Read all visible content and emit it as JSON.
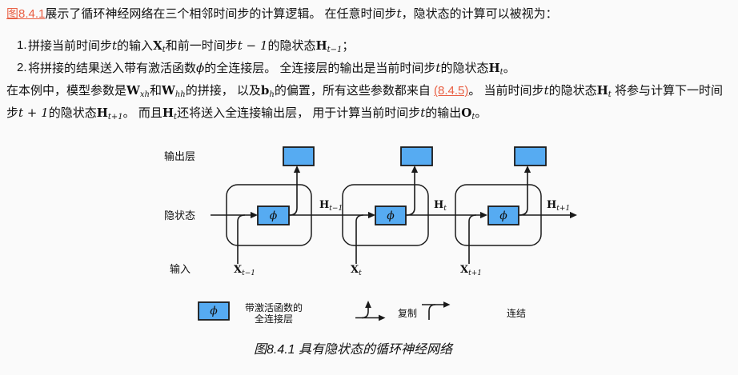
{
  "colors": {
    "background": "#fafafa",
    "text": "#111111",
    "link": "#e95f43",
    "line": "#1a1a1a",
    "box_fill": "#56abf2"
  },
  "paragraphs": {
    "intro": [
      {
        "t": "图8.4.1",
        "s": "a"
      },
      {
        "t": "展示了循环神经网络在三个相邻时间步的计算逻辑。 在任意时间步",
        "s": "p"
      },
      {
        "t": "t",
        "s": "m"
      },
      {
        "t": "，隐状态的计算可以被视为：",
        "s": "p"
      }
    ],
    "params": [
      {
        "t": "在本例中，模型参数是",
        "s": "p"
      },
      {
        "t": "W",
        "s": "b"
      },
      {
        "t": "xh",
        "s": "sub"
      },
      {
        "t": "和",
        "s": "p"
      },
      {
        "t": "W",
        "s": "b"
      },
      {
        "t": "hh",
        "s": "sub"
      },
      {
        "t": "的拼接， 以及",
        "s": "p"
      },
      {
        "t": "b",
        "s": "b"
      },
      {
        "t": "h",
        "s": "sub"
      },
      {
        "t": "的偏置，所有这些参数都来自 ",
        "s": "p"
      },
      {
        "t": "(8.4.5)",
        "s": "a"
      },
      {
        "t": "。 当前时间步",
        "s": "p"
      },
      {
        "t": "t",
        "s": "m"
      },
      {
        "t": "的隐状态",
        "s": "p"
      },
      {
        "t": "H",
        "s": "b"
      },
      {
        "t": "t",
        "s": "sub"
      },
      {
        "t": " 将参与计算下一时间步",
        "s": "p"
      },
      {
        "t": "t + 1",
        "s": "m"
      },
      {
        "t": "的隐状态",
        "s": "p"
      },
      {
        "t": "H",
        "s": "b"
      },
      {
        "t": "t+1",
        "s": "sub"
      },
      {
        "t": "。 而且",
        "s": "p"
      },
      {
        "t": "H",
        "s": "b"
      },
      {
        "t": "t",
        "s": "sub"
      },
      {
        "t": "还将送入全连接输出层， 用于计算当前时间步",
        "s": "p"
      },
      {
        "t": "t",
        "s": "m"
      },
      {
        "t": "的输出",
        "s": "p"
      },
      {
        "t": "O",
        "s": "b"
      },
      {
        "t": "t",
        "s": "sub"
      },
      {
        "t": "。",
        "s": "p"
      }
    ]
  },
  "list": {
    "items": [
      {
        "number": "1.",
        "segments": [
          {
            "t": "拼接当前时间步",
            "s": "p"
          },
          {
            "t": "t",
            "s": "m"
          },
          {
            "t": "的输入",
            "s": "p"
          },
          {
            "t": "X",
            "s": "b"
          },
          {
            "t": "t",
            "s": "sub"
          },
          {
            "t": "和前一时间步",
            "s": "p"
          },
          {
            "t": "t − 1",
            "s": "m"
          },
          {
            "t": "的隐状态",
            "s": "p"
          },
          {
            "t": "H",
            "s": "b"
          },
          {
            "t": "t−1",
            "s": "sub"
          },
          {
            "t": "；",
            "s": "p"
          }
        ]
      },
      {
        "number": "2.",
        "segments": [
          {
            "t": "将拼接的结果送入带有激活函数",
            "s": "p"
          },
          {
            "t": "ϕ",
            "s": "m"
          },
          {
            "t": "的全连接层。 全连接层的输出是当前时间步",
            "s": "p"
          },
          {
            "t": "t",
            "s": "m"
          },
          {
            "t": "的隐状态",
            "s": "p"
          },
          {
            "t": "H",
            "s": "b"
          },
          {
            "t": "t",
            "s": "sub"
          },
          {
            "t": "。",
            "s": "p"
          }
        ]
      }
    ]
  },
  "diagram": {
    "row_labels": {
      "output": "输出层",
      "hidden": "隐状态",
      "input": "输入"
    },
    "phi": "ϕ",
    "h_labels": [
      {
        "base": "H",
        "sub": "t−1"
      },
      {
        "base": "H",
        "sub": "t"
      },
      {
        "base": "H",
        "sub": "t+1"
      }
    ],
    "x_labels": [
      {
        "base": "X",
        "sub": "t−1"
      },
      {
        "base": "X",
        "sub": "t"
      },
      {
        "base": "X",
        "sub": "t+1"
      }
    ],
    "legend": {
      "fc_line1": "带激活函数的",
      "fc_line2": "全连接层",
      "copy": "复制",
      "concat": "连结"
    },
    "caption": "图8.4.1 具有隐状态的循环神经网络"
  }
}
